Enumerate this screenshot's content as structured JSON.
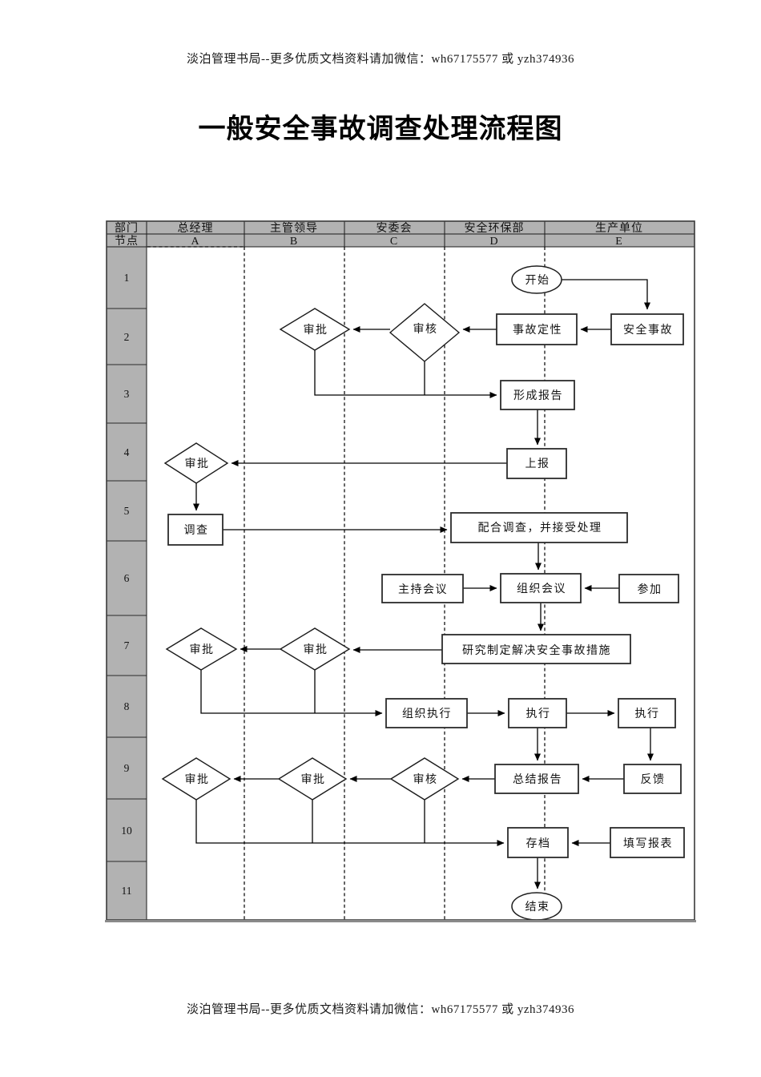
{
  "page": {
    "header_note": "淡泊管理书局--更多优质文档资料请加微信：wh67175577 或 yzh374936",
    "title": "一般安全事故调查处理流程图",
    "footer_note": "淡泊管理书局--更多优质文档资料请加微信：wh67175577 或 yzh374936"
  },
  "table": {
    "dept_header": [
      "部门",
      "总经理",
      "主管领导",
      "安委会",
      "安全环保部",
      "生产单位"
    ],
    "node_header": [
      "节点",
      "A",
      "B",
      "C",
      "D",
      "E"
    ],
    "row_numbers": [
      "1",
      "2",
      "3",
      "4",
      "5",
      "6",
      "7",
      "8",
      "9",
      "10",
      "11"
    ]
  },
  "flow": {
    "start": "开始",
    "accident": "安全事故",
    "classify": "事故定性",
    "review_row2": "审核",
    "approve_b_row2": "审批",
    "form_report": "形成报告",
    "report_up": "上报",
    "approve_a_row4": "审批",
    "investigate": "调查",
    "cooperate": "配合调查，并接受处理",
    "host_meeting": "主持会议",
    "organize_meeting": "组织会议",
    "attend": "参加",
    "develop_measures": "研究制定解决安全事故措施",
    "approve_b_row7": "审批",
    "approve_a_row7": "审批",
    "organize_execute": "组织执行",
    "execute_d": "执行",
    "execute_e": "执行",
    "summary_report": "总结报告",
    "feedback": "反馈",
    "review_row9": "审核",
    "approve_b_row9": "审批",
    "approve_a_row9": "审批",
    "archive": "存档",
    "fill_form": "填写报表",
    "end": "结束"
  },
  "colors": {
    "header_fill": "#b2b2b2",
    "line": "#000000",
    "background": "#ffffff"
  }
}
